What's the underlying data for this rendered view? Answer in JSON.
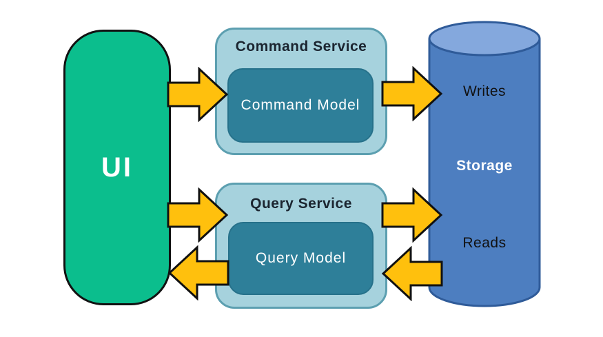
{
  "diagram": {
    "type": "architecture-diagram",
    "nodes": {
      "ui": {
        "label": "UI"
      },
      "command_service": {
        "title": "Command Service",
        "model": "Command Model"
      },
      "query_service": {
        "title": "Query Service",
        "model": "Query Model"
      },
      "storage": {
        "label": "Storage",
        "writes": "Writes",
        "reads": "Reads"
      }
    },
    "edges": [
      {
        "from": "UI",
        "to": "Command Service",
        "direction": "right"
      },
      {
        "from": "Command Service",
        "to": "Storage",
        "direction": "right"
      },
      {
        "from": "UI",
        "to": "Query Service",
        "direction": "right"
      },
      {
        "from": "Query Service",
        "to": "Storage",
        "direction": "right"
      },
      {
        "from": "Query Service",
        "to": "UI",
        "direction": "left"
      },
      {
        "from": "Storage",
        "to": "Query Service",
        "direction": "left"
      }
    ]
  },
  "colors": {
    "page-bg": "#ffffff",
    "ui-fill": "#0BBE8D",
    "ui-border": "#111111",
    "service-fill": "#A6D2DD",
    "service-border": "#5C9FB0",
    "model-fill": "#2E7F99",
    "model-border": "#26718A",
    "model-text": "#FFFFFF",
    "title-text": "#1B2530",
    "storage-fill": "#4D7EC0",
    "storage-top-fill": "#84A8DD",
    "storage-border": "#2F5B99",
    "storage-label-text": "#FFFFFF",
    "rw-label-text": "#111111",
    "arrow-fill": "#FFC00D",
    "arrow-border": "#111111"
  }
}
